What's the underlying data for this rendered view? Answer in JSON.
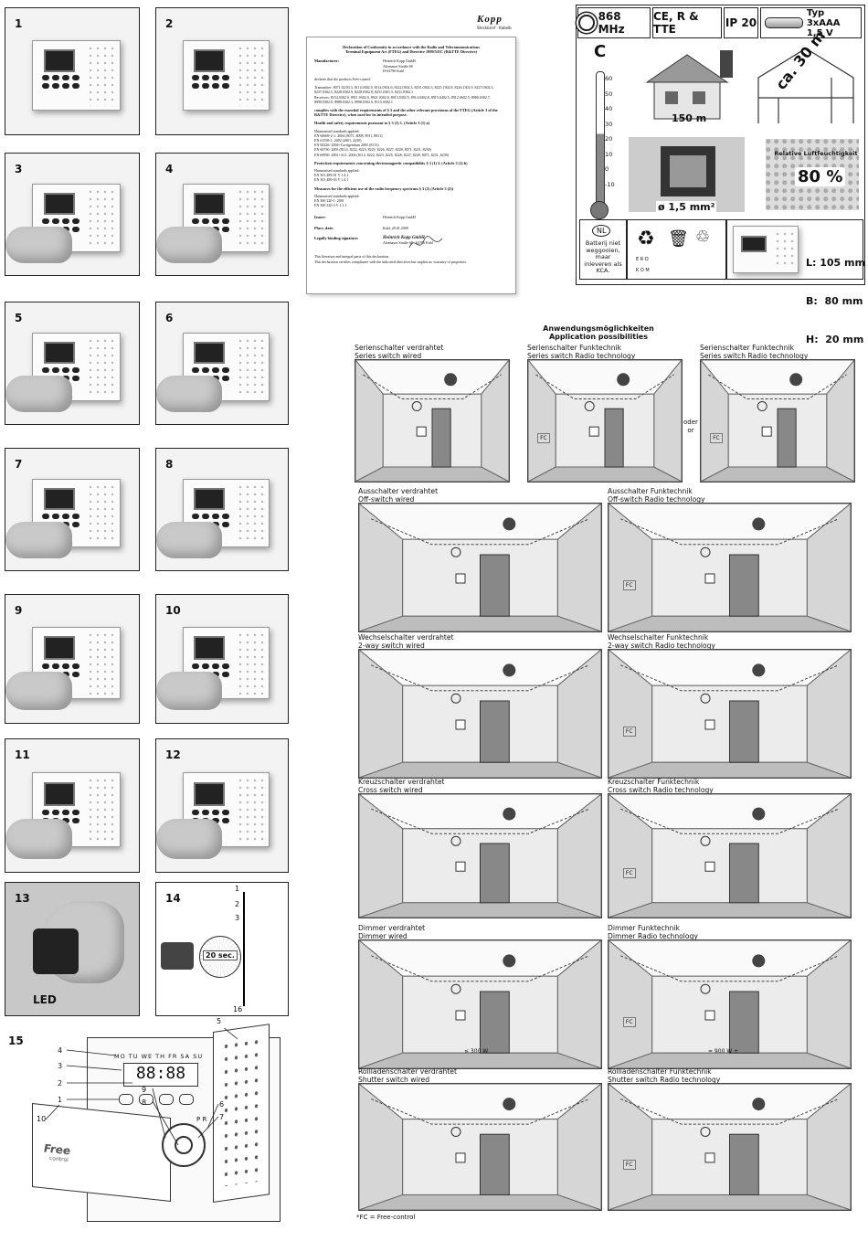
{
  "steps": [
    "1",
    "2",
    "3",
    "4",
    "5",
    "6",
    "7",
    "8",
    "9",
    "10",
    "11",
    "12",
    "13",
    "14",
    "15"
  ],
  "step13_label": "LED",
  "step14": {
    "timer": "20 sec.",
    "seq_start": "1",
    "seq_2": "2",
    "seq_3": "3",
    "seq_end": "16"
  },
  "step15": {
    "days": "MO TU WE TH FR SA SU",
    "callouts": [
      "1",
      "2",
      "3",
      "4",
      "5",
      "6",
      "7",
      "8",
      "9",
      "10"
    ],
    "remote_label": "Free",
    "remote_sub": "control",
    "prog": "P R"
  },
  "declaration": {
    "logo": "Kopp",
    "logo_sub": "Steckbrief · Kabelb",
    "title_1": "Declaration of Conformity in accordance with the Radio and Telecommunications",
    "title_2": "Terminal Equipment Act (FTEG) and Directive 1999/5/EC (R&TTE Directive)",
    "manufacturer_label": "Manufacturer:",
    "manufacturer": [
      "Heinrich Kopp GmbH",
      "Alzenauer Straße 68",
      "D-63796 Kahl"
    ],
    "declares": "declares that the products Free-control",
    "transmitters": "Transmitter: 8071.02/03.3, 8114.0302.9, 8114.0302.6, 8222.0302.3, 8231.0302.3, 8225.1302.8, 8226.1302.9, 8227.0302.5, 8237.0302.5, 8228.0302.9, 8228.0302.8, 8231.0301.5, 8231.0302.1",
    "receivers": "Receivers: 8154.0302.0, 8911.0302.0, 8921.0302.0, 8913.0302.5, 8914.0402.8, 8915.0402.5, 8912.0602.5, 8980.0302.7, 8990.0302.0, 8988.0302.3, 8998.0302.0, 8115.0302.1",
    "complies": "complies with the essential requirements of § 3 and the other relevant provisions of the FTEG (Article 3 of the R&TTE Directive), when used for its intended purpose.",
    "health_h": "Health and safety requirements pursuant to § 3 (1) 1. (Article 3 (1) a)",
    "harm1_h": "Harmonised standards applied:",
    "harm1": [
      "EN 60669-2-1: 2004 (8071, 8098, 8911, 8811)",
      "EN 61558-1: 2002 (2001, 2220)",
      "EN 60226: 2004+Corrigendum 2005 (8113)",
      "EN 60730: 2003 (8114, 8222, 8223, 8225, 8226, 8227, 8228, 8071, 8231, 8230)",
      "EN 60950: 2001+A11: 2004 (8114, 8222, 8223, 8225, 8226, 8227, 8228, 8071, 8231, 8230)"
    ],
    "emc_h": "Protection requirements concerning electromagnetic compatibility § 3 (1) 2. (Article 3 (1) b)",
    "harm2_h": "Harmonised standards applied:",
    "harm2": [
      "EN 301 489-01 V 1.4.1",
      "EN 301 489-03 V 1.4.1"
    ],
    "radio_h": "Measures for the efficient use of the radio frequency spectrum § 3 (2) (Article 3 (2))",
    "harm3_h": "Harmonised standards applied:",
    "harm3": [
      "EN 300 220-1: 2001",
      "EN 300 220-3 V 1.1.1"
    ],
    "issuer_label": "Issuer:",
    "issuer": "Heinrich Kopp GmbH",
    "place_label": "Place, date:",
    "place": "Kahl, 28.01.2008",
    "sign_label": "Legally binding signature:",
    "sign_company": "Heinrich Kopp GmbH",
    "sign_addr": "Alzenauer Straße 68 · 63796 Kahl",
    "foot_1": "This literature and integral parts of this declaration.",
    "foot_2": "This declaration certifies compliance with the indicated directives but implies no warranty of properties."
  },
  "specs": {
    "freq": "868 MHz",
    "cert": "CE, R & TTE",
    "ip": "IP 20",
    "battery_type": "Typ 3xAAA",
    "battery_volt": "1,5 V",
    "temp_unit": "C",
    "temp_ticks": [
      "60",
      "50",
      "40",
      "30",
      "20",
      "10",
      "0",
      "-10"
    ],
    "range_outdoor": "150 m",
    "range_indoor": "ca. 30 m",
    "cable": "ø 1,5 mm²",
    "humidity": "80 %",
    "humidity_label": "Relative Luftfeuchtigkeit",
    "nl_badge": "NL",
    "battery_note": "Batterij niet weggooien, maar inleveren als KCA.",
    "recycle_top": "E R O",
    "recycle_bottom": "K O M",
    "dims": [
      "L: 105 mm",
      "B:  80 mm",
      "H:  20 mm"
    ]
  },
  "applications": {
    "title_1": "Anwendungsmöglichkeiten",
    "title_2": "Application possibilities",
    "or_1": "oder",
    "or_2": "or",
    "footnote": "*FC = Free-control",
    "fc": "FC",
    "rows": [
      {
        "items": [
          {
            "de": "Serienschalter verdrahtet",
            "en": "Series switch wired"
          },
          {
            "de": "Serienschalter Funktechnik",
            "en": "Series switch Radio technology"
          },
          {
            "de": "Serienschalter Funktechnik",
            "en": "Series switch Radio technology"
          }
        ]
      },
      {
        "items": [
          {
            "de": "Ausschalter verdrahtet",
            "en": "Off-switch wired"
          },
          {
            "de": "Ausschalter Funktechnik",
            "en": "Off-switch Radio technology"
          }
        ]
      },
      {
        "items": [
          {
            "de": "Wechselschalter verdrahtet",
            "en": "2-way switch wired"
          },
          {
            "de": "Wechselschalter Funktechnik",
            "en": "2-way switch Radio technology"
          }
        ]
      },
      {
        "items": [
          {
            "de": "Kreuzschalter verdrahtet",
            "en": "Cross switch wired"
          },
          {
            "de": "Kreuzschalter Funktechnik",
            "en": "Cross switch Radio technology"
          }
        ]
      },
      {
        "items": [
          {
            "de": "Dimmer verdrahtet",
            "en": "Dimmer wired"
          },
          {
            "de": "Dimmer Funktechnik",
            "en": "Dimmer Radio technology"
          }
        ]
      },
      {
        "items": [
          {
            "de": "Rollladenschalter verdrahtet",
            "en": "Shutter switch wired"
          },
          {
            "de": "Rollladenschalter Funktechnik",
            "en": "Shutter switch Radio technology"
          }
        ]
      }
    ],
    "watt_300": "≤ 300 W",
    "watt_900": "= 900 W +"
  }
}
